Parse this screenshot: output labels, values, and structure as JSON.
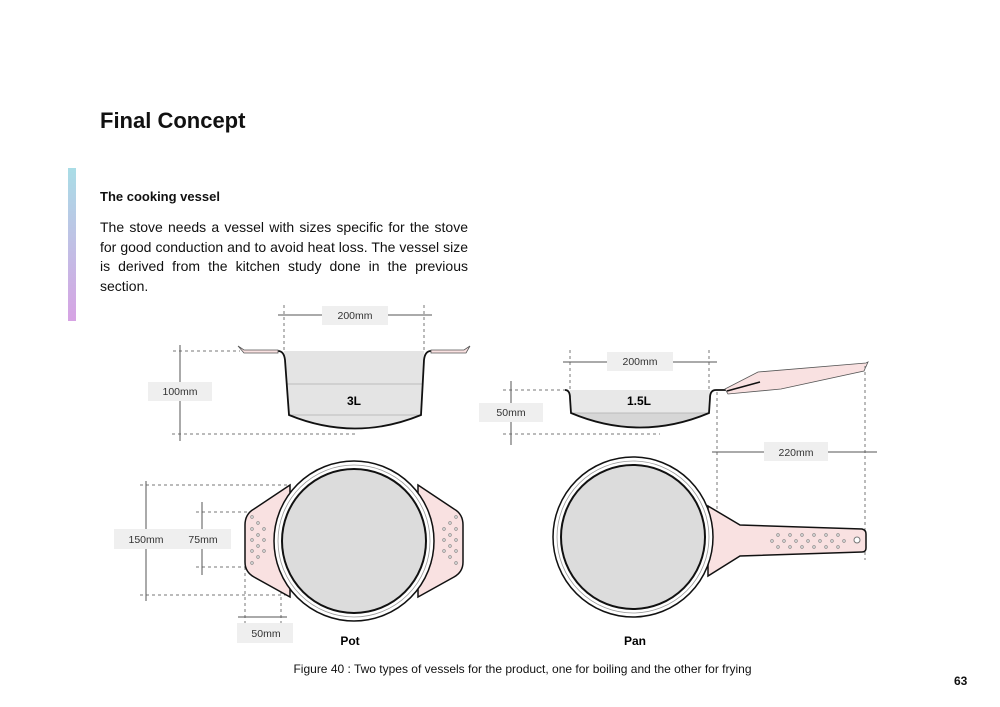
{
  "page": {
    "title": "Final Concept",
    "section_heading": "The cooking vessel",
    "paragraph": "The stove needs a vessel with sizes specific for the stove for good conduction and to avoid heat loss. The vessel size is derived from the kitchen study done in the previous section.",
    "page_number": "63"
  },
  "figure": {
    "caption": "Figure 40 : Two types of vessels for the product, one for boiling and the other for frying",
    "pot": {
      "name": "Pot",
      "capacity": "3L",
      "width": "200mm",
      "height": "100mm",
      "handle_span": "150mm",
      "handle_inner": "75mm",
      "handle_depth": "50mm"
    },
    "pan": {
      "name": "Pan",
      "capacity": "1.5L",
      "width": "200mm",
      "height": "50mm",
      "handle_length": "220mm"
    }
  },
  "colors": {
    "handle_pink": "#f9e1e1",
    "vessel_fill": "#e4e4e4",
    "accent_top": "#a9dde6",
    "accent_bottom": "#d7a3e4"
  }
}
